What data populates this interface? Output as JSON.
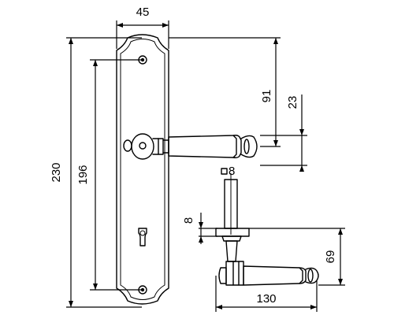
{
  "dimensions": {
    "plate_width": "45",
    "plate_height": "230",
    "screw_spacing": "196",
    "handle_height_from_top": "91",
    "handle_offset": "23",
    "spindle_square": "8",
    "spindle_collar": "8",
    "handle_projection": "69",
    "handle_length": "130"
  }
}
